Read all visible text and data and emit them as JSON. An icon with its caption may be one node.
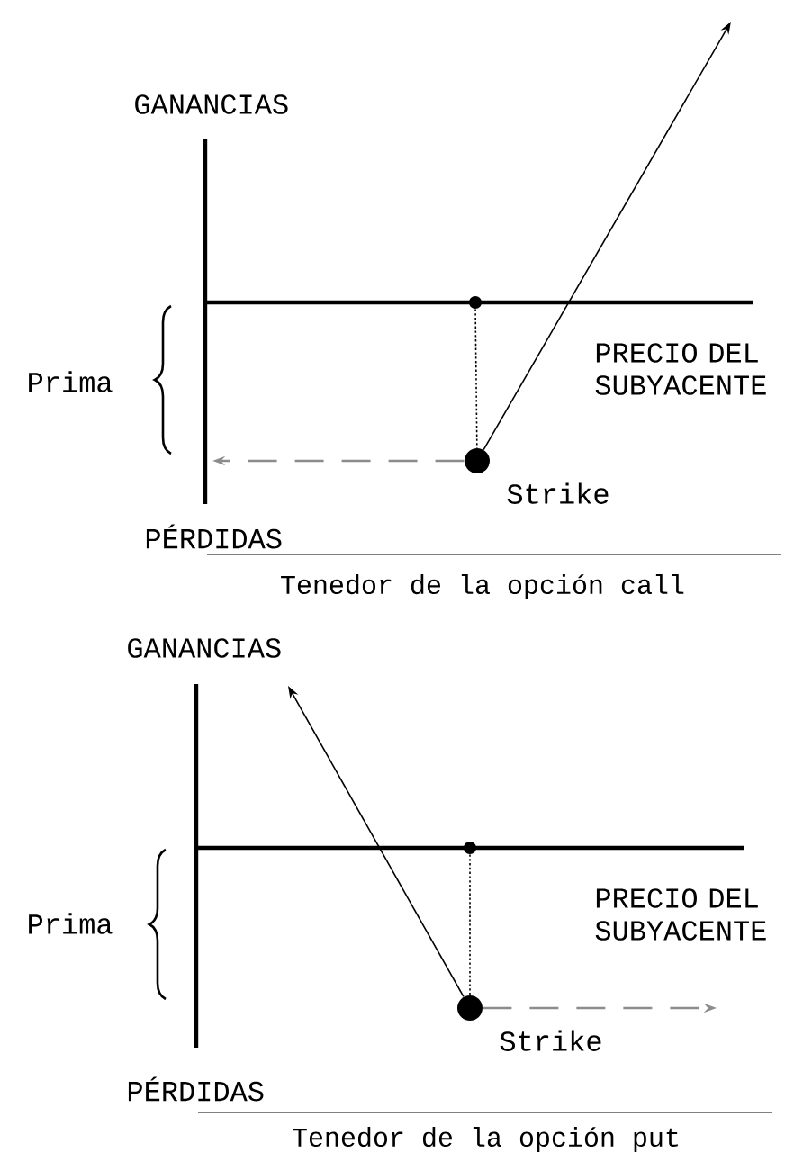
{
  "diagram": {
    "nodes": [
      {
        "text": [],
        "shape": "circle"
      },
      {
        "text": [],
        "shape": "circle",
        "beside": [
          "Strike"
        ]
      },
      {
        "text": [],
        "shape": "circle"
      },
      {
        "text": [],
        "shape": "circle",
        "beside": [
          "Strike"
        ]
      }
    ],
    "edges": [
      {
        "from": 0,
        "to": 1,
        "arrow": "none",
        "style": "dashed"
      },
      {
        "from": 1,
        "to": null,
        "arrow": "to"
      },
      {
        "from": 1,
        "to": null,
        "arrow": "to",
        "style": "dashed",
        "color": "#8c8c8c"
      },
      {
        "from": 2,
        "to": 3,
        "arrow": "none",
        "style": "dashed"
      },
      {
        "from": 3,
        "to": null,
        "arrow": "to"
      },
      {
        "from": 3,
        "to": null,
        "arrow": "to",
        "style": "dashed",
        "color": "#8c8c8c"
      }
    ],
    "labels": [
      "GANANCIAS",
      "Prima",
      "PRECIO DEL SUBYACENTE",
      "PÉRDIDAS",
      "Tenedor de la opción call",
      "GANANCIAS",
      "Prima",
      "PRECIO DEL SUBYACENTE",
      "PÉRDIDAS",
      "Tenedor de la opción put"
    ]
  }
}
